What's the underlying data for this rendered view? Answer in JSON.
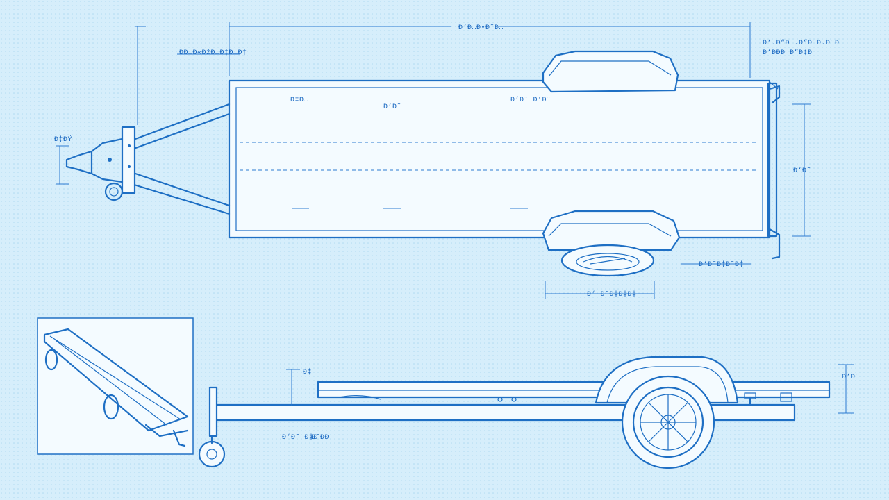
{
  "palette": {
    "background": "#d6eefb",
    "line": "#1e6fc4",
    "panel": "#f4fbff"
  },
  "top_view": {
    "labels": {
      "overall_length": "Ð‘Ð…Ð•Ð˜Ð…",
      "hitch_offset": "ÐÐ…Ð«ÐžÐ…Ð‡Ð…Ð†",
      "spec_line1": "Ð‘.Ð“Ð .Ð“Ð˜Ð.Ð˜Ð",
      "spec_line2": "Ð‘ÐÐÐ Ð“Ð¢Ð",
      "left_hitch": "Ð‡ÐŸ",
      "deck_mark_1": "Ð‡Ð…",
      "deck_mark_2": "Ð‘Ð˜",
      "deck_mark_3": "Ð‘Ð˜ Ð‘Ð˜",
      "width_label": "Ð‘Ð˜",
      "fender_offset": "Ð‘Ð˜Ð‡Ð˜Ð‡",
      "wheel_span": "Ð‘ Ð˜Ð‡Ð‡Ð‡"
    }
  },
  "side_view": {
    "labels": {
      "left_note": "Ð‘Ð˜ Ð‡Ð",
      "left_note_2": "Ð˜ÐÐ",
      "deck_height": "Ð‡",
      "right_dim": "Ð‘Ð˜"
    }
  }
}
